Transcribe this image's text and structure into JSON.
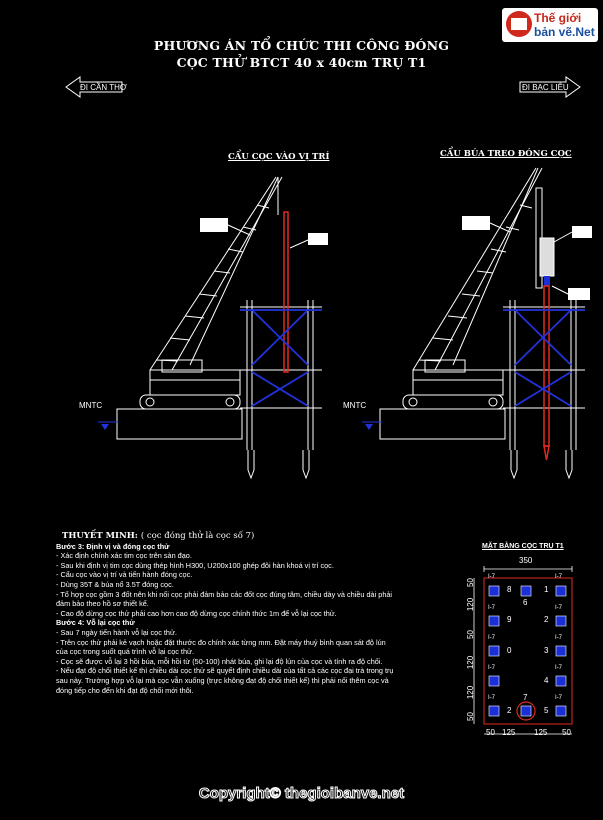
{
  "title_line1": "PHƯƠNG ÁN TỔ CHỨC THI CÔNG ĐÓNG",
  "title_line2": "CỌC THỬ BTCT 40 x 40cm TRỤ T1",
  "logo": {
    "line1": "Thế giới",
    "line2": "bản vẽ.Net"
  },
  "nav": {
    "left": "ĐI CẦN THƠ",
    "right": "ĐI BẠC LIÊU"
  },
  "left_view": {
    "subtitle": "CẨU CỌC VÀO VỊ TRÍ",
    "water_label": "MNTC"
  },
  "right_view": {
    "subtitle": "CẨU BÚA TREO ĐÓNG CỌC",
    "water_label": "MNTC"
  },
  "notes": {
    "heading": "THUYẾT MINH:",
    "heading_note": "( cọc đóng thử là cọc số 7)",
    "step3_title": "Bước 3: Định vị và đóng cọc thử",
    "step3_lines": [
      "- Xác định chính xác tim cọc trên sàn đạo.",
      "- Sau khi định vị tim cọc dùng thép hình H300, U200x100 ghép đôi hàn khoá vị trí cọc.",
      "- Cẩu cọc vào vị trí và tiến hành đóng cọc.",
      "- Dùng 35T & búa nổ 3.5T đóng cọc.",
      "- Tổ hợp cọc gồm 3 đốt nên khi nối cọc phải đảm bảo các đốt cọc đúng tâm, chiều dày và chiều dài phải đảm bảo theo hồ sơ thiết kế.",
      "- Cao độ dừng cọc thử phải cao hơn cao độ dừng cọc chính thức 1m để vỗ lại cọc thử."
    ],
    "step4_title": "Bước 4: Vỗ lại cọc thử",
    "step4_lines": [
      "- Sau 7 ngày tiến hành vỗ lại cọc thử.",
      "- Trên cọc thử phải kẻ vạch hoặc đặt thước đo chính xác từng mm. Đặt máy thuỷ bình quan sát độ lún của cọc trong suốt quá trình vỗ lại cọc thử.",
      "- Cọc sẽ được vỗ lại 3 hồi búa, mỗi hồi từ (50-100) nhát búa, ghi lại độ lún của cọc và tính ra độ chối.",
      "- Nếu đạt độ chối thiết kế thì chiều dài cọc thử sẽ quyết định chiều dài của tất cả các cọc đại trà trong trụ sau này. Trường hợp vỗ lại mà cọc vẫn xuống (trực không đạt độ chối thiết kế) thì phải nối thêm cọc và đóng tiếp cho đến khi đạt độ chối mới thôi."
    ]
  },
  "plan": {
    "title": "MẶT BẰNG CỌC TRỤ T1",
    "total_width": "350",
    "bottom_dims": [
      "50",
      "125",
      "125",
      "50"
    ],
    "side_dims": [
      "50",
      "120",
      "50",
      "120",
      "120",
      "50"
    ],
    "pile_tag": "I-7",
    "pile_numbers": [
      "8",
      "6",
      "1",
      "9",
      "2",
      "0",
      "3",
      "7",
      "4",
      "2",
      "5"
    ]
  },
  "copyright": "Copyright© thegioibanve.net",
  "colors": {
    "background": "#000000",
    "crane": "#ffffff",
    "bracing": "#2233dd",
    "pile": "#e02a20",
    "pile_head": "#1a2fd6"
  }
}
